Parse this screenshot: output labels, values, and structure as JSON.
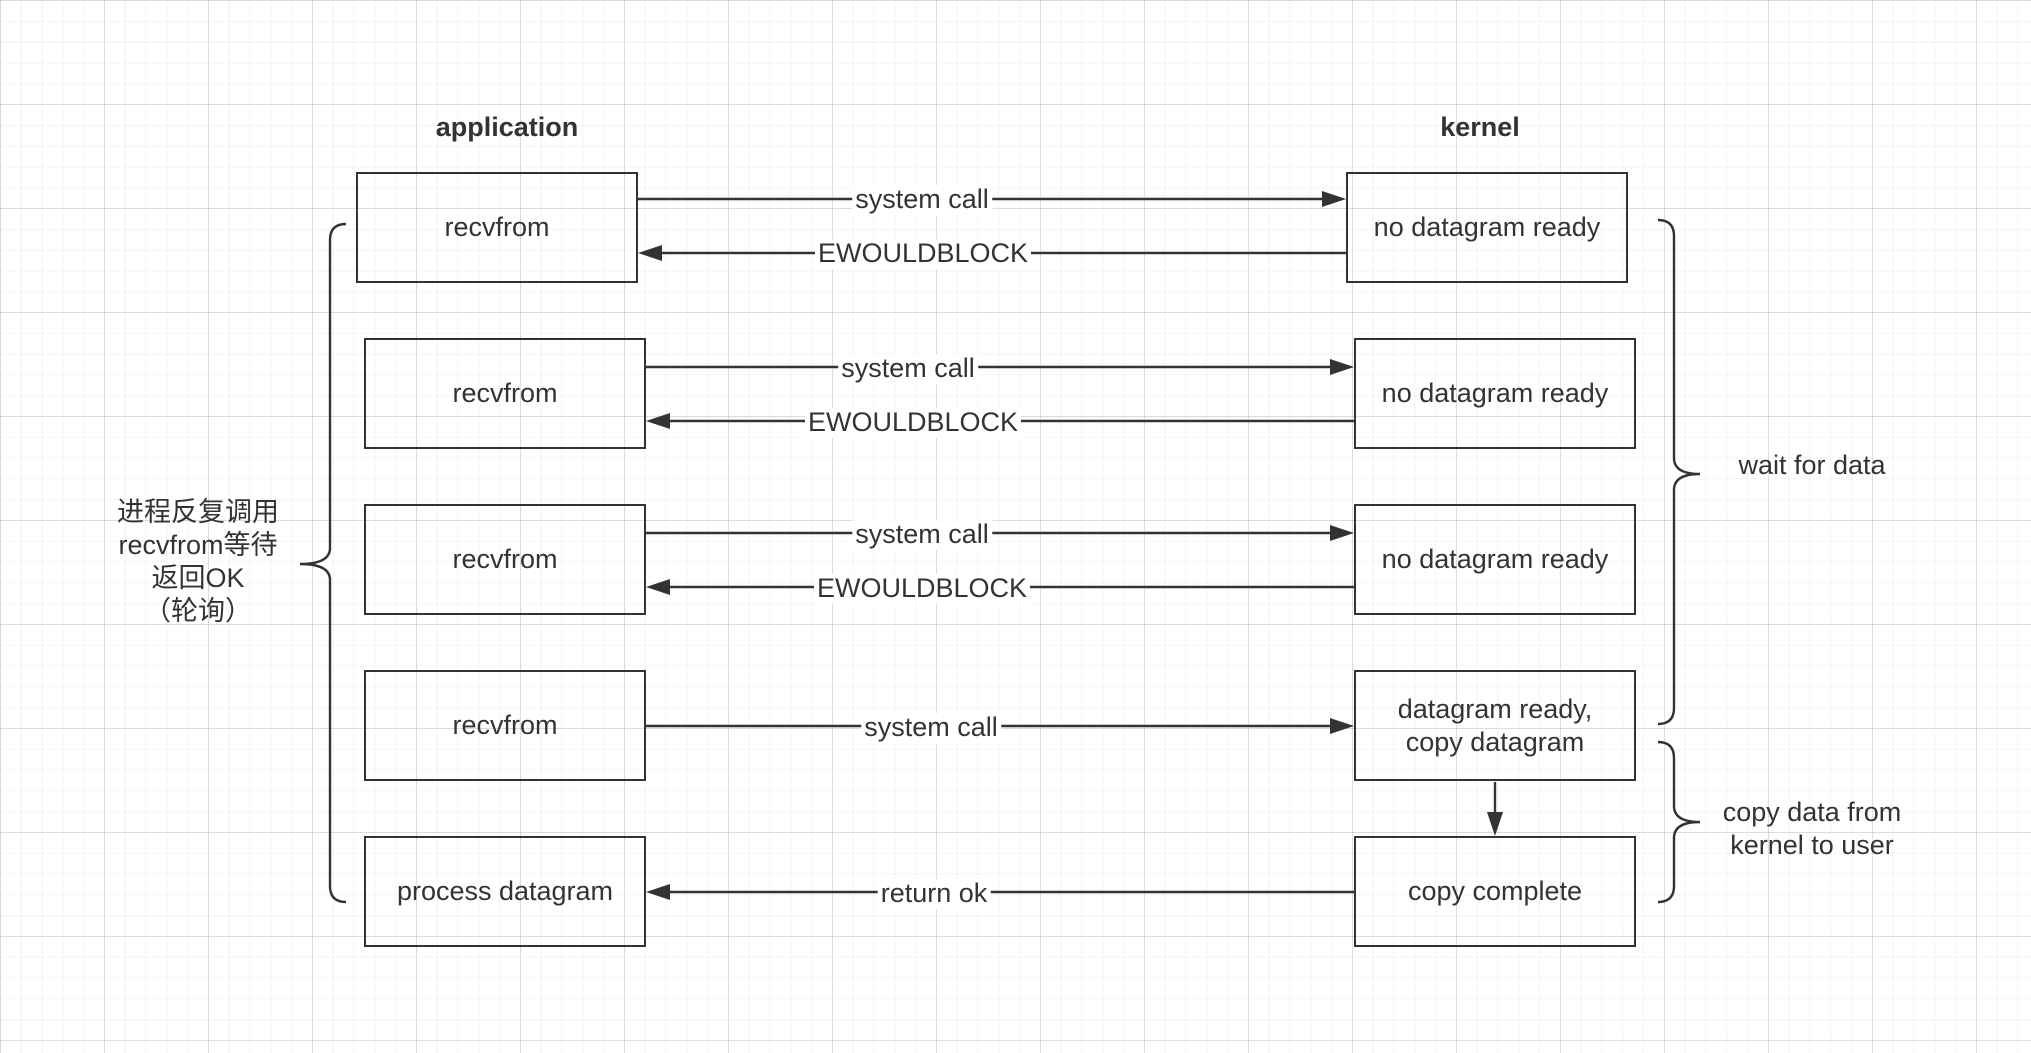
{
  "headers": {
    "application": "application",
    "kernel": "kernel"
  },
  "rows": [
    {
      "app": "recvfrom",
      "kernel": "no datagram ready",
      "call": "system call",
      "reply": "EWOULDBLOCK"
    },
    {
      "app": "recvfrom",
      "kernel": "no datagram ready",
      "call": "system call",
      "reply": "EWOULDBLOCK"
    },
    {
      "app": "recvfrom",
      "kernel": "no datagram ready",
      "call": "system call",
      "reply": "EWOULDBLOCK"
    },
    {
      "app": "recvfrom",
      "kernel_line1": "datagram ready,",
      "kernel_line2": "copy datagram",
      "call": "system call"
    },
    {
      "app": "process datagram",
      "kernel": "copy complete",
      "reply": "return ok"
    }
  ],
  "annotations": {
    "left_polling": [
      "进程反复调用",
      "recvfrom等待",
      "返回OK",
      "（轮询）"
    ],
    "wait_for_data": "wait for data",
    "copy_data": [
      "copy data from",
      "kernel to user"
    ]
  }
}
